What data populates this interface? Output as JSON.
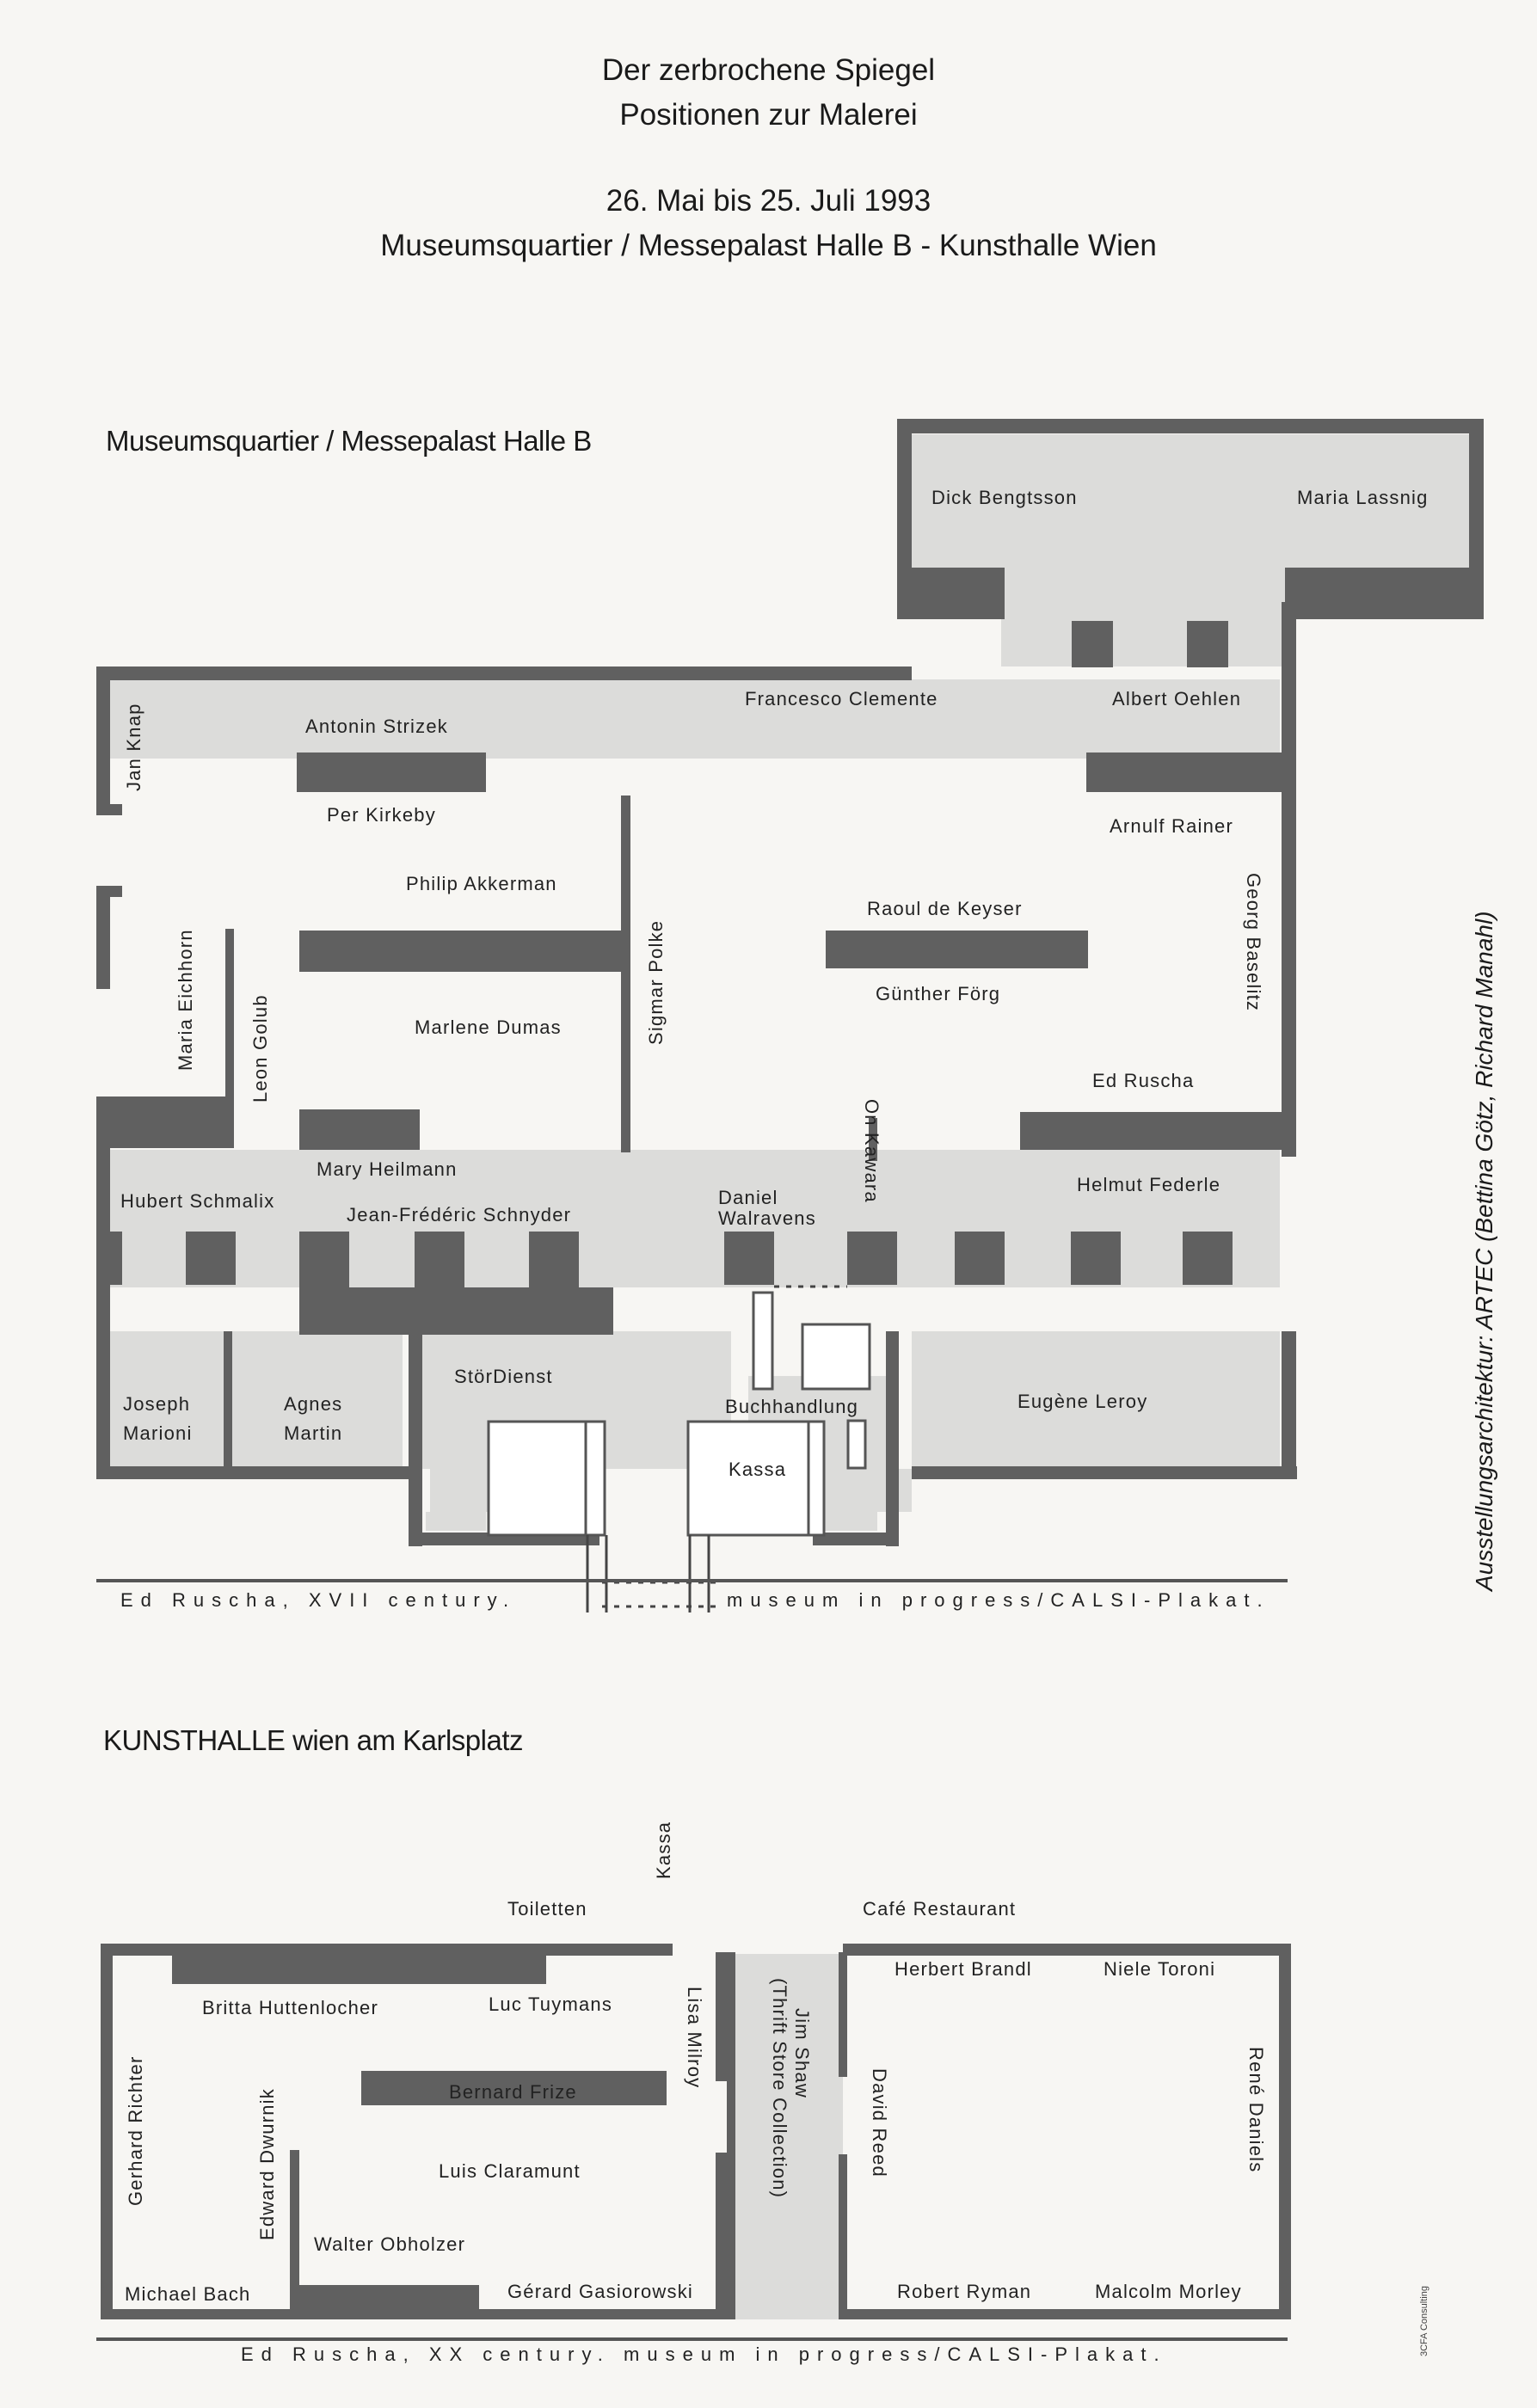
{
  "header": {
    "title_line1": "Der zerbrochene Spiegel",
    "title_line2": "Positionen zur Malerei",
    "date_line": "26. Mai bis 25. Juli 1993",
    "venue_line": "Museumsquartier / Messepalast Halle B - Kunsthalle Wien"
  },
  "plan1": {
    "title": "Museumsquartier / Messepalast Halle B",
    "labels": {
      "dick_bengtsson": "Dick Bengtsson",
      "maria_lassnig": "Maria Lassnig",
      "francesco_clemente": "Francesco Clemente",
      "albert_oehlen": "Albert Oehlen",
      "antonin_strizek": "Antonin Strizek",
      "jan_knap": "Jan Knap",
      "per_kirkeby": "Per Kirkeby",
      "arnulf_rainer": "Arnulf Rainer",
      "philip_akkerman": "Philip Akkerman",
      "raoul_de_keyser": "Raoul de Keyser",
      "georg_baselitz": "Georg Baselitz",
      "gunther_forg": "Günther Förg",
      "maria_eichhorn": "Maria Eichhorn",
      "leon_golub": "Leon Golub",
      "sigmar_polke": "Sigmar Polke",
      "marlene_dumas": "Marlene Dumas",
      "ed_ruscha": "Ed Ruscha",
      "on_kawara": "On Kawara",
      "mary_heilmann": "Mary Heilmann",
      "hubert_schmalix": "Hubert Schmalix",
      "jean_frederic_schnyder": "Jean-Frédéric Schnyder",
      "daniel_walravens_1": "Daniel",
      "daniel_walravens_2": "Walravens",
      "helmut_federle": "Helmut Federle",
      "stordienst": "StörDienst",
      "joseph_marioni_1": "Joseph",
      "joseph_marioni_2": "Marioni",
      "agnes_martin_1": "Agnes",
      "agnes_martin_2": "Martin",
      "buchhandlung": "Buchhandlung",
      "eugene_leroy": "Eugène Leroy",
      "kassa": "Kassa"
    },
    "strip_left": "Ed Ruscha, XVII century.",
    "strip_right": "museum in progress/CALSI-Plakat."
  },
  "credit": "Ausstellungsarchitektur: ARTEC (Bettina Götz, Richard Manahl)",
  "plan2": {
    "title": "KUNSTHALLE wien am Karlsplatz",
    "labels": {
      "kassa": "Kassa",
      "toiletten": "Toiletten",
      "cafe_restaurant": "Café Restaurant",
      "britta_huttenlocher": "Britta Huttenlocher",
      "luc_tuymans": "Luc Tuymans",
      "lisa_milroy": "Lisa Milroy",
      "jim_shaw_1": "Jim Shaw",
      "jim_shaw_2": "(Thrift Store Collection)",
      "herbert_brandl": "Herbert Brandl",
      "niele_toroni": "Niele Toroni",
      "gerhard_richter": "Gerhard Richter",
      "edward_dwurnik": "Edward Dwurnik",
      "bernard_frize": "Bernard Frize",
      "luis_claramunt": "Luis Claramunt",
      "david_reed": "David Reed",
      "rene_daniels": "René Daniels",
      "walter_obholzer": "Walter Obholzer",
      "michael_bach": "Michael Bach",
      "gerard_gasiorowski": "Gérard Gasiorowski",
      "robert_ryman": "Robert Ryman",
      "malcolm_morley": "Malcolm Morley"
    },
    "strip": "Ed Ruscha, XX century. museum in progress/CALSI-Plakat."
  },
  "footnote": "3CFA Consulting"
}
